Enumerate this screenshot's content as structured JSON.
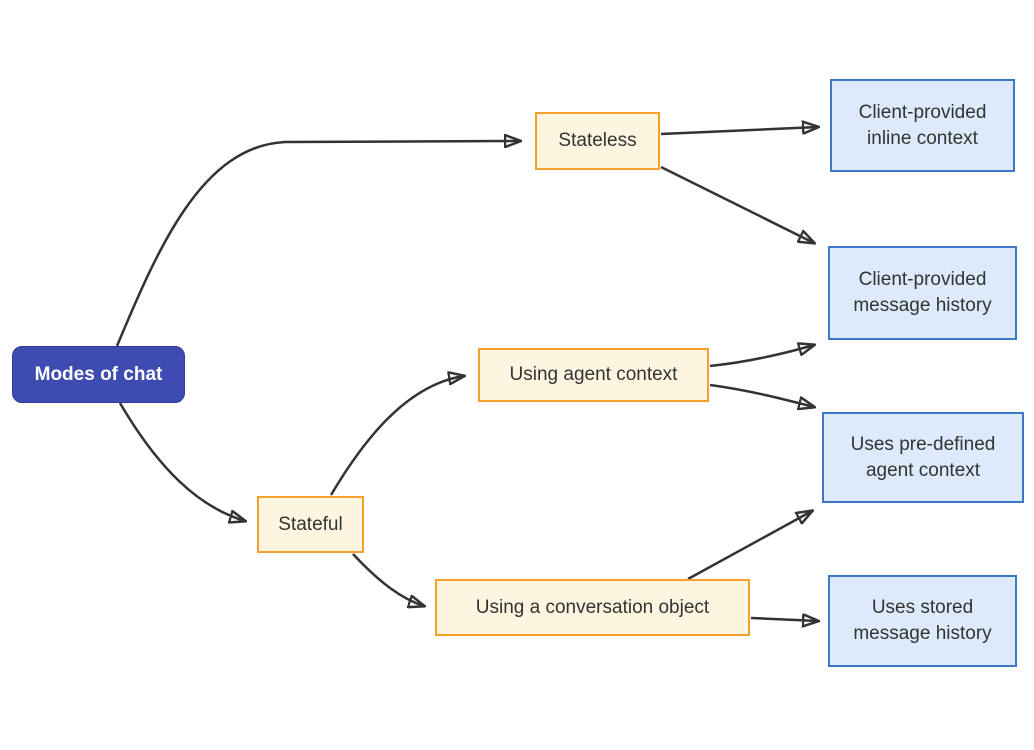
{
  "diagram": {
    "type": "flowchart-left-to-right",
    "background": "#FFFFFF",
    "colors": {
      "root_fill": "#3E4BB0",
      "root_border": "#2F3B9E",
      "root_text": "#FFFFFF",
      "branch_fill": "#FDF5DF",
      "branch_border": "#F5A02D",
      "leaf_fill": "#DCEAFB",
      "leaf_border": "#3C78C8",
      "node_text": "#333333",
      "edge_stroke": "#333333"
    },
    "nodes": [
      {
        "id": "modes-of-chat",
        "label": "Modes of chat",
        "kind": "root"
      },
      {
        "id": "stateless",
        "label": "Stateless",
        "kind": "branch"
      },
      {
        "id": "stateful",
        "label": "Stateful",
        "kind": "branch"
      },
      {
        "id": "agent-context",
        "label": "Using agent context",
        "kind": "branch"
      },
      {
        "id": "conversation-object",
        "label": "Using a conversation object",
        "kind": "branch"
      },
      {
        "id": "inline-context",
        "label": "Client-provided inline context",
        "kind": "leaf"
      },
      {
        "id": "message-history",
        "label": "Client-provided message history",
        "kind": "leaf"
      },
      {
        "id": "predefined-context",
        "label": "Uses pre-defined agent context",
        "kind": "leaf"
      },
      {
        "id": "stored-history",
        "label": "Uses stored message history",
        "kind": "leaf"
      }
    ],
    "edges": [
      {
        "from": "modes-of-chat",
        "to": "stateless"
      },
      {
        "from": "modes-of-chat",
        "to": "stateful"
      },
      {
        "from": "stateless",
        "to": "inline-context"
      },
      {
        "from": "stateless",
        "to": "message-history"
      },
      {
        "from": "stateful",
        "to": "agent-context"
      },
      {
        "from": "stateful",
        "to": "conversation-object"
      },
      {
        "from": "agent-context",
        "to": "message-history"
      },
      {
        "from": "agent-context",
        "to": "predefined-context"
      },
      {
        "from": "conversation-object",
        "to": "predefined-context"
      },
      {
        "from": "conversation-object",
        "to": "stored-history"
      }
    ]
  }
}
